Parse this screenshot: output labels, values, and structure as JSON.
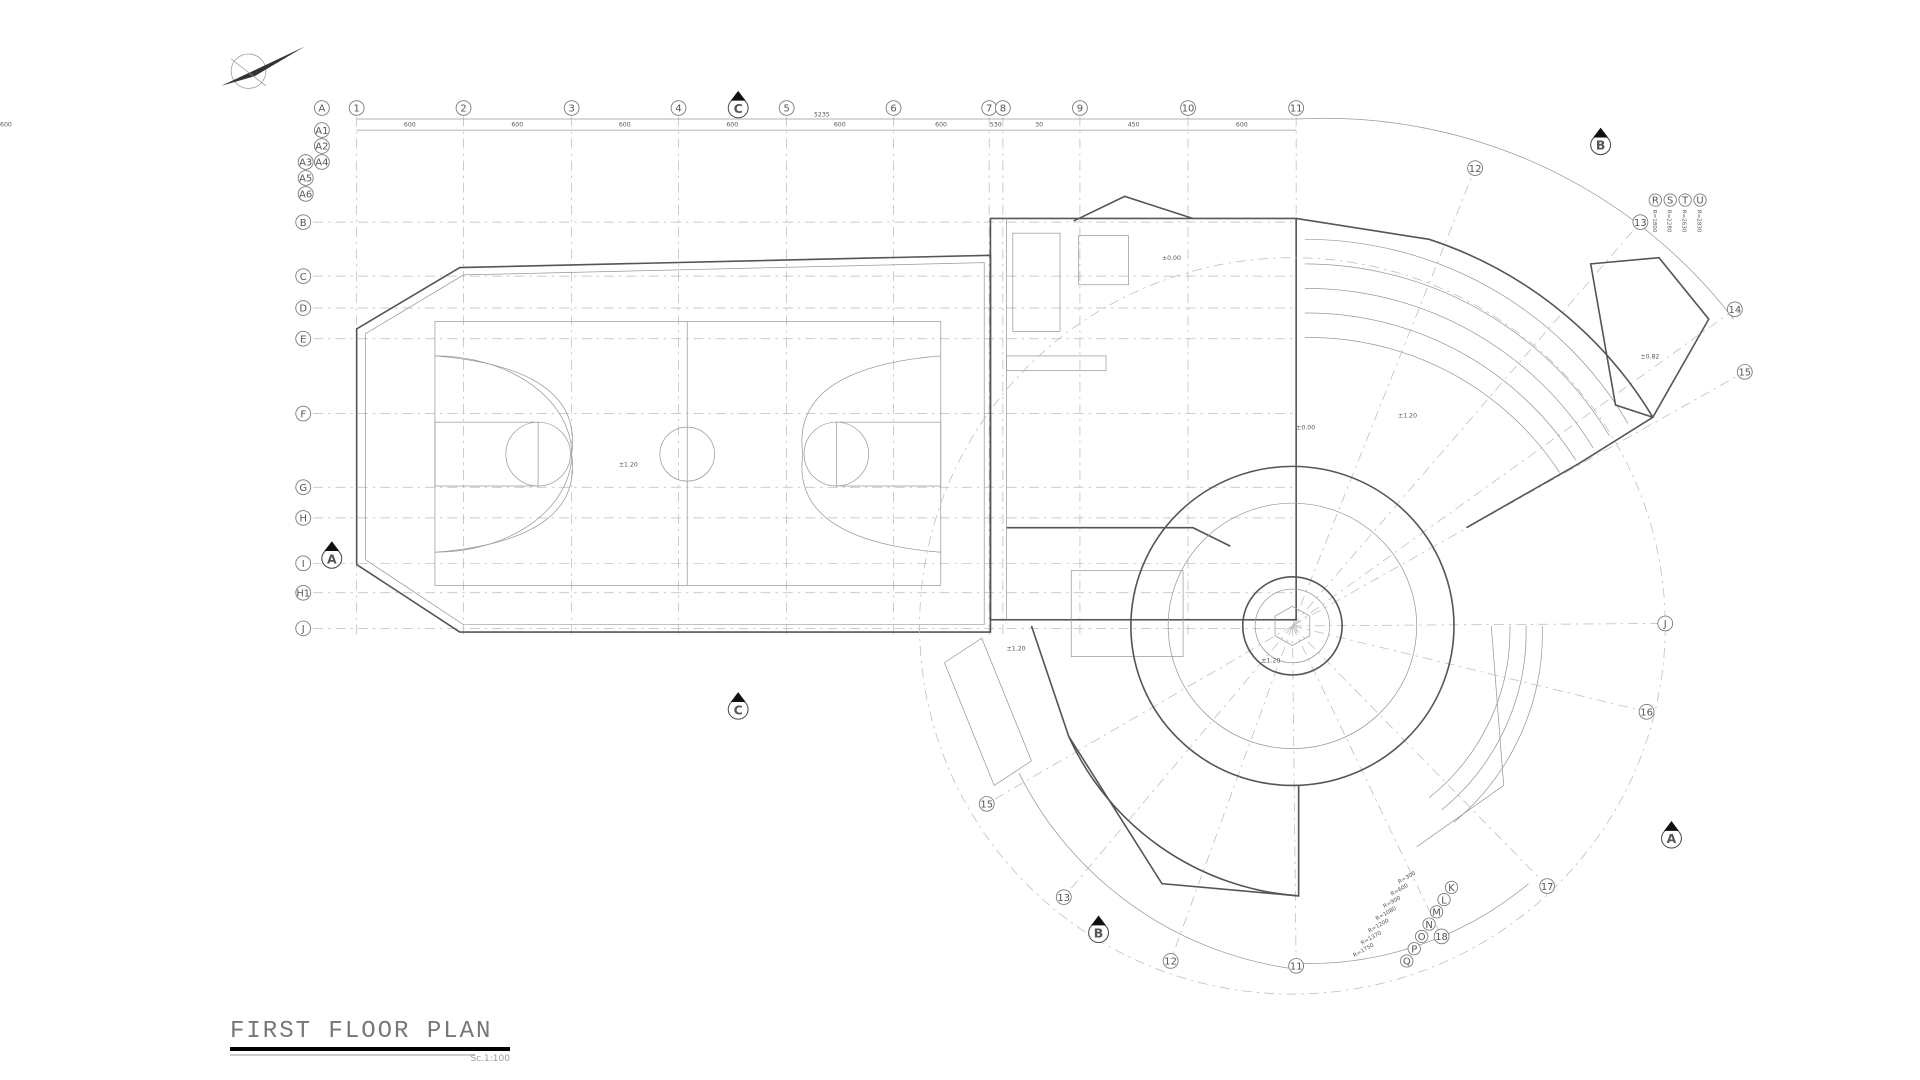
{
  "drawing": {
    "title": "FIRST FLOOR PLAN",
    "scale": "Sc.1:100",
    "total_dimension": "5235",
    "column_grid": [
      "1",
      "2",
      "3",
      "4",
      "5",
      "6",
      "7",
      "8",
      "9",
      "10",
      "11"
    ],
    "column_dimensions": [
      "600",
      "600",
      "600",
      "600",
      "600",
      "600",
      "530",
      "30",
      "450",
      "600",
      "600"
    ],
    "row_grid": [
      "A",
      "A1",
      "A2",
      "A3",
      "A4",
      "A5",
      "A6",
      "B",
      "C",
      "D",
      "E",
      "F",
      "G",
      "H",
      "I",
      "H1",
      "J"
    ],
    "radial_grid": [
      "12",
      "13",
      "14",
      "15",
      "16",
      "17",
      "18",
      "12",
      "13",
      "15",
      "11",
      "J"
    ],
    "ring_grid": [
      {
        "label": "K",
        "radius": "R=300"
      },
      {
        "label": "L",
        "radius": "R=600"
      },
      {
        "label": "M",
        "radius": "R=900"
      },
      {
        "label": "N",
        "radius": "R=1080"
      },
      {
        "label": "O",
        "radius": "R=1200"
      },
      {
        "label": "P",
        "radius": "R=1370"
      },
      {
        "label": "Q",
        "radius": "R=1750"
      }
    ],
    "outer_rings": [
      {
        "label": "R",
        "radius": "R=1800"
      },
      {
        "label": "S",
        "radius": "R=2280"
      },
      {
        "label": "T",
        "radius": "R=2630"
      },
      {
        "label": "U",
        "radius": "R=2830"
      }
    ],
    "section_markers": [
      "C",
      "C",
      "B",
      "B",
      "A",
      "A"
    ],
    "levels": [
      "±1.20",
      "±1.20",
      "±1.20",
      "±0.00",
      "±0.00",
      "±1.20",
      "±0.82"
    ]
  }
}
